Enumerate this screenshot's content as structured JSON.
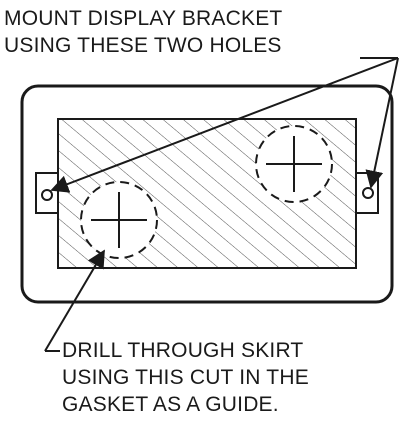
{
  "notes": {
    "mount": {
      "line1": "MOUNT DISPLAY BRACKET",
      "line2": "USING THESE TWO HOLES"
    },
    "drill": {
      "line1": "DRILL THROUGH SKIRT",
      "line2": "USING THIS CUT IN THE",
      "line3": "GASKET AS A GUIDE."
    }
  },
  "colors": {
    "ink": "#1a1a1a",
    "background": "#ffffff"
  }
}
